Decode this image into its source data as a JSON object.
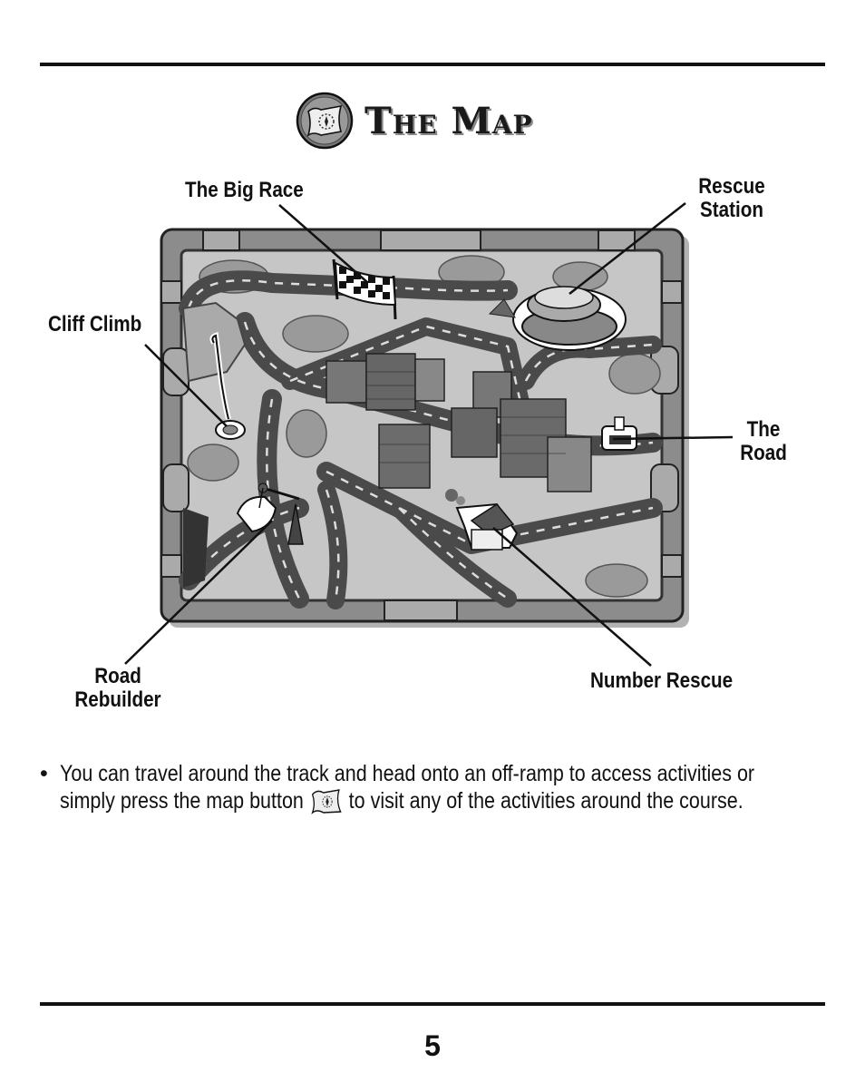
{
  "title": "The Map",
  "labels": {
    "big_race": "The Big Race",
    "rescue_station_1": "Rescue",
    "rescue_station_2": "Station",
    "cliff_climb": "Cliff Climb",
    "the_road_1": "The",
    "the_road_2": "Road",
    "road_rebuilder_1": "Road",
    "road_rebuilder_2": "Rebuilder",
    "number_rescue": "Number Rescue"
  },
  "body": {
    "bullet": "•",
    "line1": "You can travel around the track and head onto an off-ramp to access activities or",
    "line2_before": "simply press the map button",
    "line2_after": "to visit any of the activities around the course.",
    "icon": "map-button-icon"
  },
  "page_number": "5",
  "colors": {
    "ink": "#111111",
    "frame": "#8a8a8a",
    "ground": "#b8b8b8",
    "road": "#4a4a4a"
  }
}
